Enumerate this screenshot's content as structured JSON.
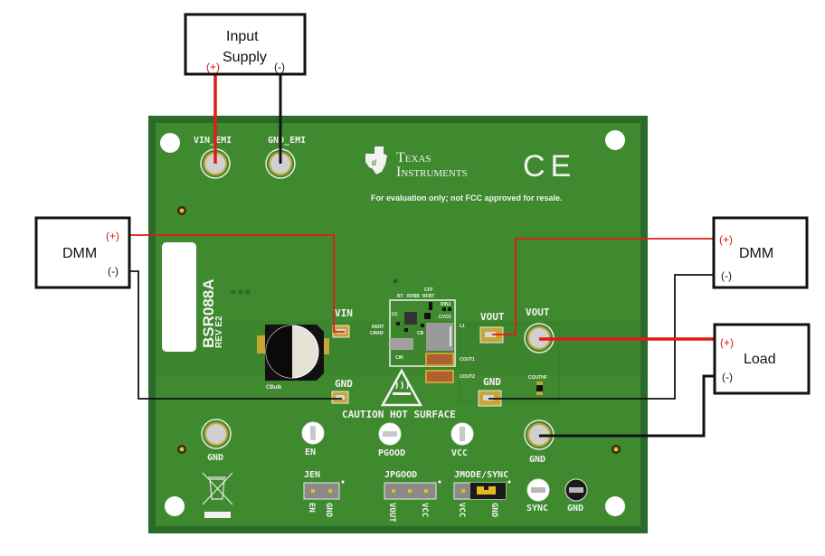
{
  "diagram": {
    "title": "BSR088A evaluation board connection diagram",
    "colors": {
      "pcb_green": "#3f8a2e",
      "pcb_edge": "#2a6a2a",
      "wire_positive": "#e21a1a",
      "wire_negative": "#111111",
      "pad_gold": "#c8a636",
      "silkscreen": "#f2f2f2"
    },
    "instruments": {
      "input_supply": {
        "label_line1": "Input",
        "label_line2": "Supply",
        "pos": "(+)",
        "neg": "(-)"
      },
      "dmm_input": {
        "label": "DMM",
        "pos": "(+)",
        "neg": "(-)"
      },
      "dmm_output": {
        "label": "DMM",
        "pos": "(+)",
        "neg": "(-)"
      },
      "load": {
        "label": "Load",
        "pos": "(+)",
        "neg": "(-)"
      }
    },
    "board": {
      "part_number": "BSR088A",
      "revision": "REV E2",
      "brand_line1": "Texas",
      "brand_line2": "Instruments",
      "ce_mark": "CE",
      "disclaimer": "For evaluation only; not FCC approved for resale.",
      "caution": "CAUTION HOT SURFACE",
      "terminals": {
        "vin_emi": "VIN_EMI",
        "gnd_emi": "GND_EMI",
        "vin": "VIN",
        "gnd_in": "GND",
        "vout_pad": "VOUT",
        "vout_post": "VOUT",
        "gnd_out": "GND",
        "gnd_bl": "GND",
        "gnd_br": "GND"
      },
      "test_points": {
        "en": "EN",
        "pgood": "PGOOD",
        "vcc": "VCC",
        "sync": "SYNC",
        "gnd": "GND"
      },
      "jumpers": {
        "jen": {
          "name": "JEN",
          "pins": [
            "EN",
            "GND"
          ]
        },
        "jpgood": {
          "name": "JPGOOD",
          "pins": [
            "VOUT",
            "VCC"
          ]
        },
        "jmode": {
          "name": "JMODE/SYNC",
          "pins": [
            "VCC",
            "GND"
          ]
        }
      },
      "components": {
        "cbulk": "CBulk",
        "rt": "RT",
        "rfbb": "RFBB",
        "rfbt": "RFBT",
        "cff": "CFF",
        "rinj": "RINJ",
        "u1": "U1",
        "cvcc": "CVCC",
        "rent": "RENT",
        "cinhf": "CINHF",
        "cb": "CB",
        "l1": "L1",
        "cin": "CIN",
        "cout1": "COUT1",
        "cout2": "COUT2",
        "couthf": "COUTHF"
      }
    }
  }
}
